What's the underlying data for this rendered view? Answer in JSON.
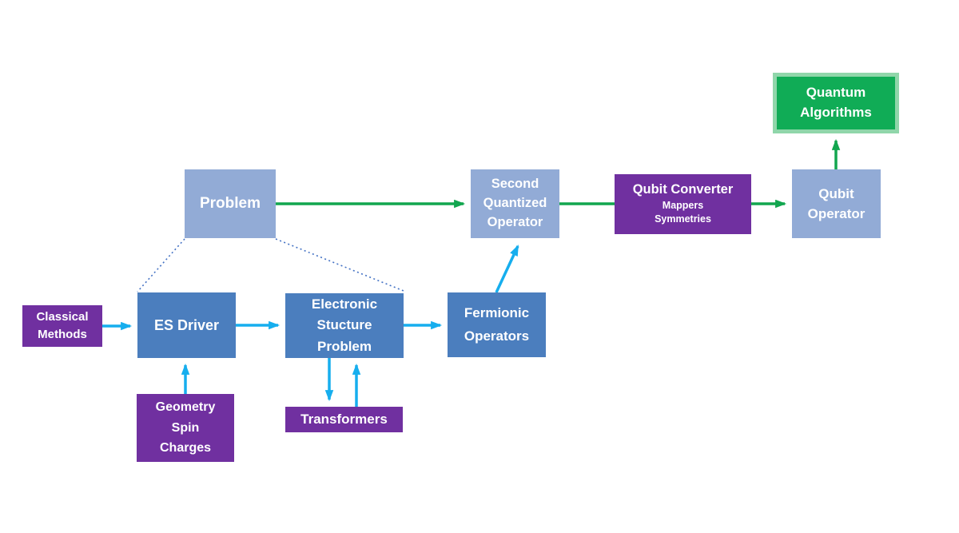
{
  "diagram": {
    "description": "Quantum chemistry problem-to-quantum-algorithm workflow diagram",
    "nodes": {
      "problem": {
        "label": "Problem"
      },
      "second_quantized": {
        "lines": [
          "Second",
          "Quantized",
          "Operator"
        ]
      },
      "qubit_converter": {
        "title": "Qubit Converter",
        "subs": [
          "Mappers",
          "Symmetries"
        ]
      },
      "qubit_operator": {
        "lines": [
          "Qubit",
          "Operator"
        ]
      },
      "quantum_algorithms": {
        "lines": [
          "Quantum",
          "Algorithms"
        ]
      },
      "classical_methods": {
        "lines": [
          "Classical",
          "Methods"
        ]
      },
      "es_driver": {
        "label": "ES Driver"
      },
      "geometry": {
        "lines": [
          "Geometry",
          "Spin",
          "Charges"
        ]
      },
      "electronic_structure": {
        "lines": [
          "Electronic",
          "Stucture",
          "Problem"
        ]
      },
      "transformers": {
        "label": "Transformers"
      },
      "fermionic": {
        "lines": [
          "Fermionic",
          "Operators"
        ]
      }
    },
    "edges": [
      {
        "from": "problem",
        "to": "second_quantized",
        "color": "green",
        "arrowhead": true
      },
      {
        "from": "second_quantized",
        "to": "qubit_converter",
        "color": "green",
        "arrowhead": false
      },
      {
        "from": "qubit_converter",
        "to": "qubit_operator",
        "color": "green",
        "arrowhead": true
      },
      {
        "from": "qubit_operator",
        "to": "quantum_algorithms",
        "color": "green",
        "arrowhead": true
      },
      {
        "from": "classical_methods",
        "to": "es_driver",
        "color": "cyan",
        "arrowhead": true
      },
      {
        "from": "geometry",
        "to": "es_driver",
        "color": "cyan",
        "arrowhead": true
      },
      {
        "from": "es_driver",
        "to": "electronic_structure",
        "color": "cyan",
        "arrowhead": true
      },
      {
        "from": "electronic_structure",
        "to": "transformers",
        "color": "cyan",
        "arrowhead": true
      },
      {
        "from": "transformers",
        "to": "electronic_structure",
        "color": "cyan",
        "arrowhead": true
      },
      {
        "from": "electronic_structure",
        "to": "fermionic",
        "color": "cyan",
        "arrowhead": true
      },
      {
        "from": "fermionic",
        "to": "second_quantized",
        "color": "cyan",
        "arrowhead": true
      },
      {
        "from": "problem",
        "to": "es_driver",
        "color": "dotted-blue",
        "arrowhead": false
      },
      {
        "from": "problem",
        "to": "electronic_structure",
        "color": "dotted-blue",
        "arrowhead": false
      }
    ]
  },
  "colors": {
    "light_blue": "#92ABD6",
    "mid_blue": "#4B7EBE",
    "purple": "#7030A0",
    "green_fill": "#10AC56",
    "green_border": "#90D6AA",
    "green_arrow": "#12A64F",
    "cyan_arrow": "#16AEEE",
    "dotted_blue": "#4472C4",
    "text": "#FFFFFF"
  }
}
